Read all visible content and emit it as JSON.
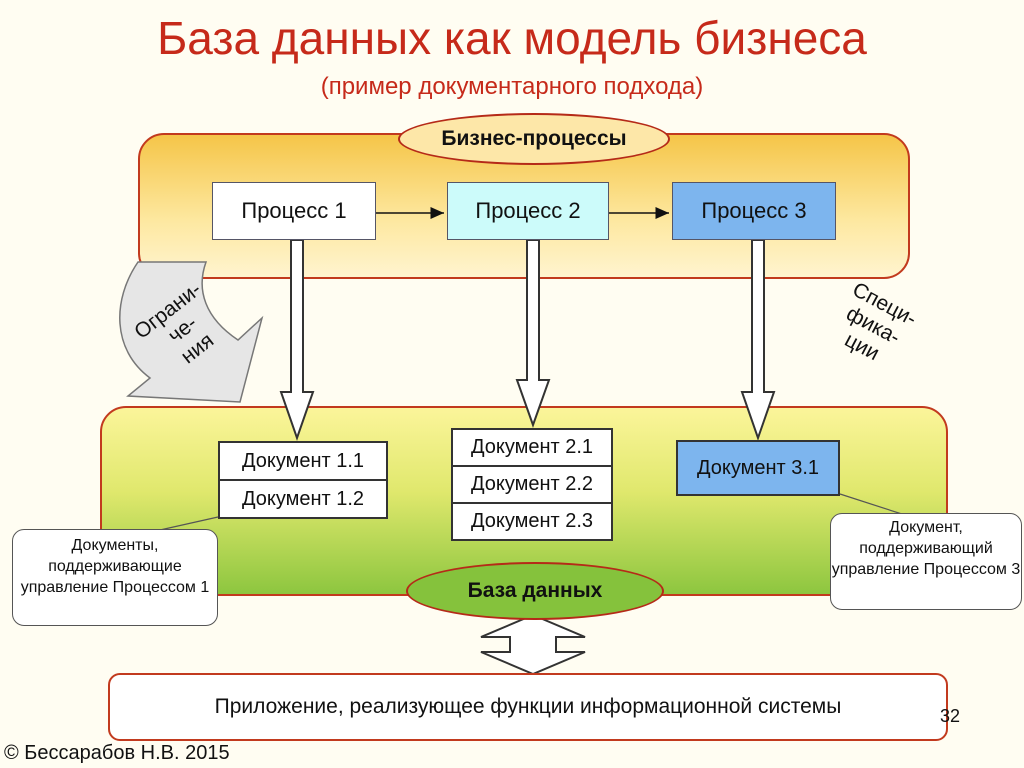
{
  "title": "База данных как модель бизнеса",
  "subtitle": "(пример документарного подхода)",
  "business_processes": {
    "label": "Бизнес-процессы",
    "processes": [
      "Процесс 1",
      "Процесс 2",
      "Процесс 3"
    ]
  },
  "database": {
    "label": "База данных",
    "documents": {
      "group1": [
        "Документ 1.1",
        "Документ 1.2"
      ],
      "group2": [
        "Документ 2.1",
        "Документ 2.2",
        "Документ 2.3"
      ],
      "group3": [
        "Документ 3.1"
      ]
    }
  },
  "callouts": {
    "left": "Документы, поддерживающие управление Процессом 1",
    "right": "Документ, поддерживающий управление Процессом 3"
  },
  "side_labels": {
    "restrictions": "Ограни-\nче-\nния",
    "specifications": "Специ-\nфика-\nции"
  },
  "application": "Приложение, реализующее функции информационной системы",
  "page_number": "32",
  "copyright": "© Бессарабов Н.В. 2015",
  "colors": {
    "title": "#c62a1a",
    "panel_border": "#c23a1e",
    "process3_fill": "#7db5ee",
    "process2_fill": "#ccfbfa"
  }
}
